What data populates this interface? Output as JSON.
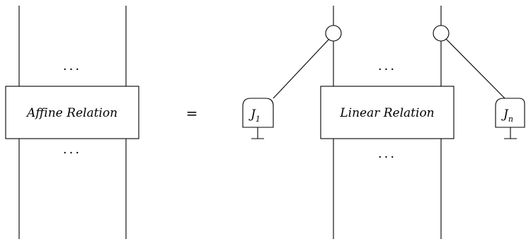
{
  "lhs": {
    "box_label": "Affine Relation",
    "dots_top": "···",
    "dots_bottom": "···"
  },
  "equals": "=",
  "rhs": {
    "box_label": "Linear Relation",
    "dots_top": "···",
    "dots_bottom": "···",
    "effects": [
      {
        "letter": "J",
        "subscript": "1"
      },
      {
        "letter": "J",
        "subscript": "n"
      }
    ]
  }
}
